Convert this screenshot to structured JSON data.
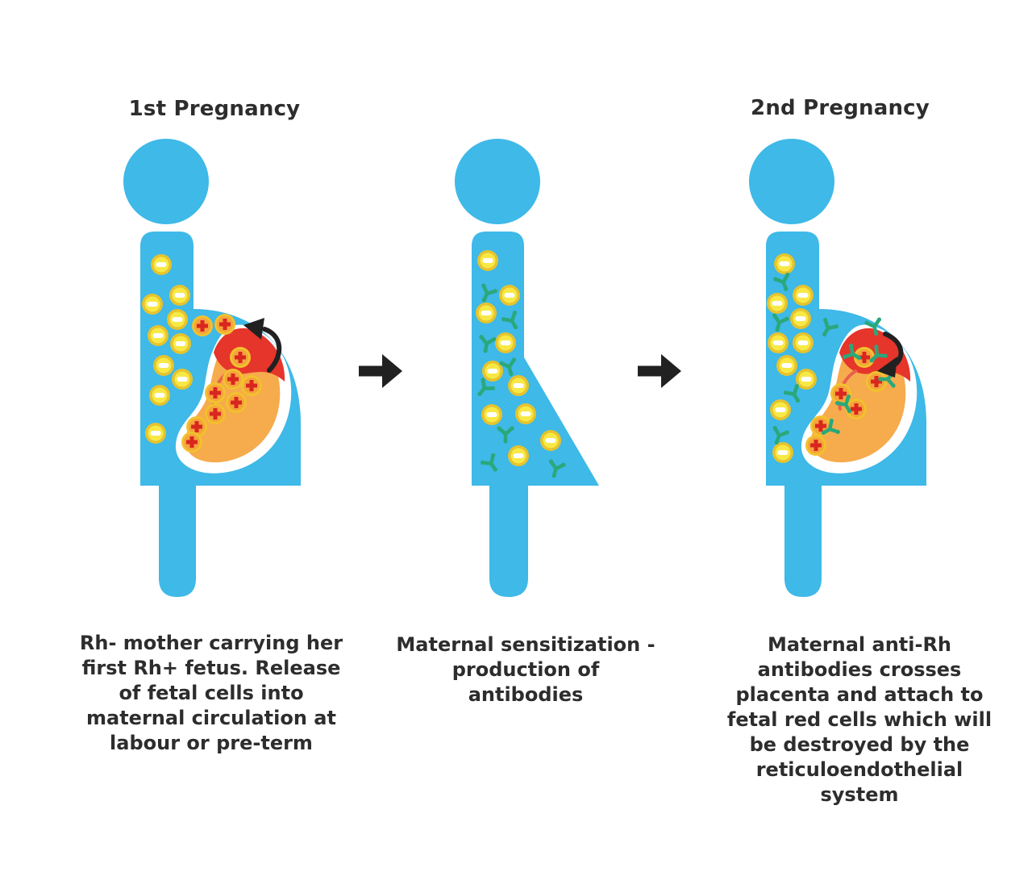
{
  "colors": {
    "body_blue": "#3eb9e8",
    "womb_white": "#ffffff",
    "cell_yellow": "#f8e845",
    "cell_yellow_ring": "#e6c32e",
    "cell_minus": "#ffffff",
    "antibody_green": "#2aa87a",
    "fetus_orange": "#f6ab4d",
    "placenta_red": "#e6352b",
    "cord_red": "#e8604b",
    "rh_cell_ring": "#f2c12e",
    "rh_cell_fill": "#f5a43c",
    "rh_plus_red": "#d9261f",
    "arrow_black": "#212121",
    "text_dark": "#2d2d2d"
  },
  "panels": [
    {
      "title": "1st Pregnancy",
      "caption": "Rh- mother carrying her\nfirst Rh+ fetus. Release\nof fetal cells into\nmaternal circulation at\nlabour or pre-term"
    },
    {
      "caption": "Maternal sensitization -\nproduction of\nantibodies"
    },
    {
      "title": "2nd Pregnancy",
      "caption": "Maternal anti-Rh\nantibodies crosses\nplacenta and attach to\nfetal red cells which will\nbe destroyed by the\nreticuloendothelial\nsystem"
    }
  ],
  "icons": {
    "rh-negative-cell-icon": "yellow circle with white minus bar",
    "rh-positive-cell-icon": "orange-yellow circle with red plus",
    "antibody-icon": "green Y shape",
    "step-arrow-icon": "black right-pointing arrow",
    "transfer-arrow-icon": "black curved arrow"
  },
  "figures": [
    {
      "name": "first-pregnancy-mother",
      "rh_negative_cells": 10,
      "fetal_rh_positive_cells": 8,
      "escaped_fetal_cells": 2
    },
    {
      "name": "sensitized-mother",
      "rh_negative_cells": 10,
      "antibodies": 8
    },
    {
      "name": "second-pregnancy-mother",
      "rh_negative_cells": 10,
      "maternal_antibodies": 6,
      "fetal_rh_positive_cells": 6,
      "antibodies_on_fetal_cells": 5
    }
  ]
}
